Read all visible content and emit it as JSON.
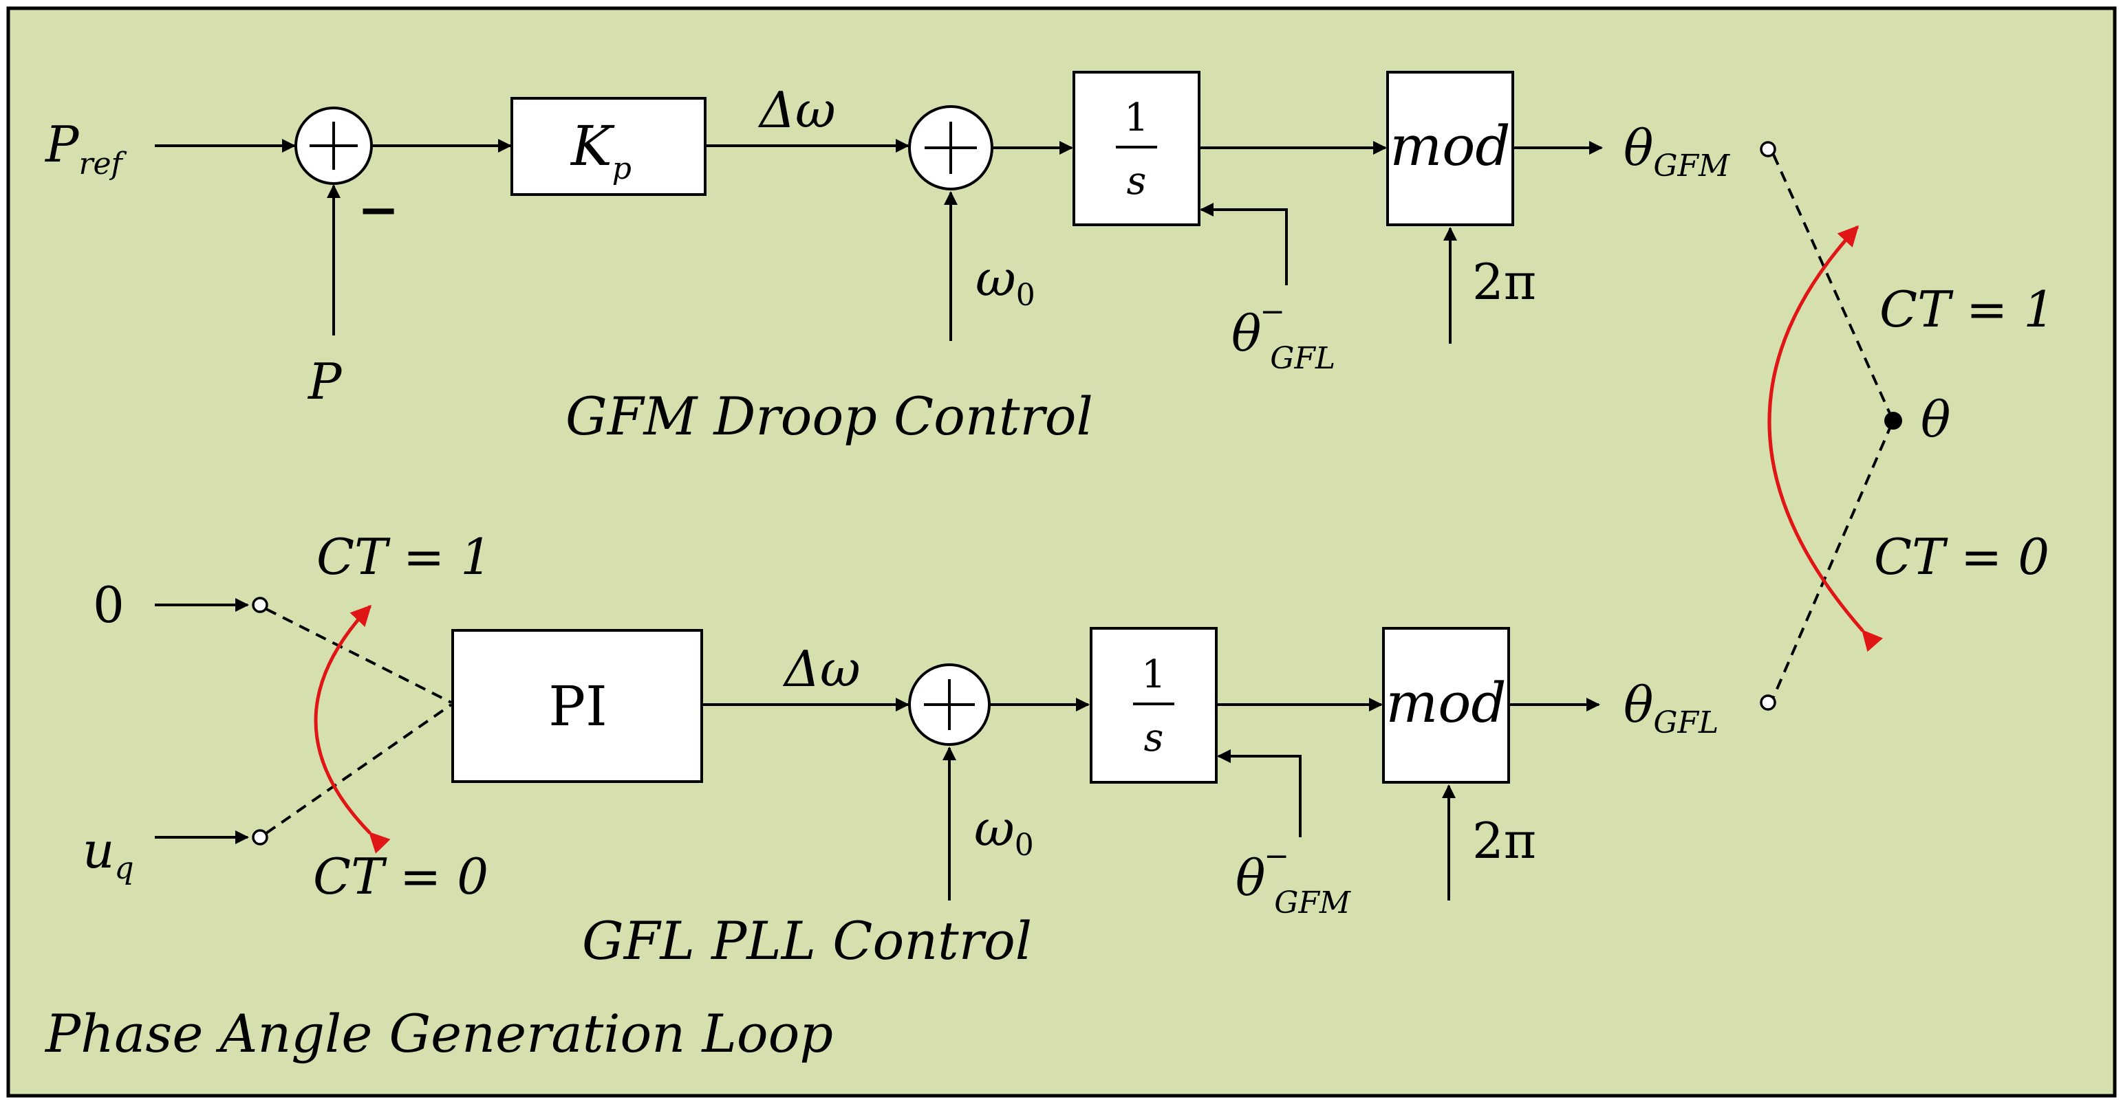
{
  "title": "Phase Angle Generation Loop",
  "top": {
    "section_label": "GFM Droop Control",
    "input_ref": {
      "base": "P",
      "sub": "ref"
    },
    "input_feedback": "P",
    "minus_sign": "−",
    "gain": {
      "base": "K",
      "sub": "p"
    },
    "delta_omega": "Δω",
    "omega0": {
      "base": "ω",
      "sub": "0"
    },
    "integrator": {
      "num": "1",
      "den": "s"
    },
    "mod": "mod",
    "two_pi": "2π",
    "reset_angle": {
      "base": "θ",
      "sup": "−",
      "sub": "GFL"
    },
    "output": {
      "base": "θ",
      "sub": "GFM"
    }
  },
  "bottom": {
    "section_label": "GFL PLL Control",
    "input_zero": "0",
    "input_uq": {
      "base": "u",
      "sub": "q"
    },
    "ct1": "CT = 1",
    "ct0": "CT = 0",
    "controller": "PI",
    "delta_omega": "Δω",
    "omega0": {
      "base": "ω",
      "sub": "0"
    },
    "integrator": {
      "num": "1",
      "den": "s"
    },
    "mod": "mod",
    "two_pi": "2π",
    "reset_angle": {
      "base": "θ",
      "sup": "−",
      "sub": "GFM"
    },
    "output": {
      "base": "θ",
      "sub": "GFL"
    }
  },
  "selector": {
    "ct1": "CT = 1",
    "ct0": "CT = 0",
    "output": "θ"
  },
  "colors": {
    "background": "#d5e0ae",
    "switch_arrow": "#e01515"
  }
}
